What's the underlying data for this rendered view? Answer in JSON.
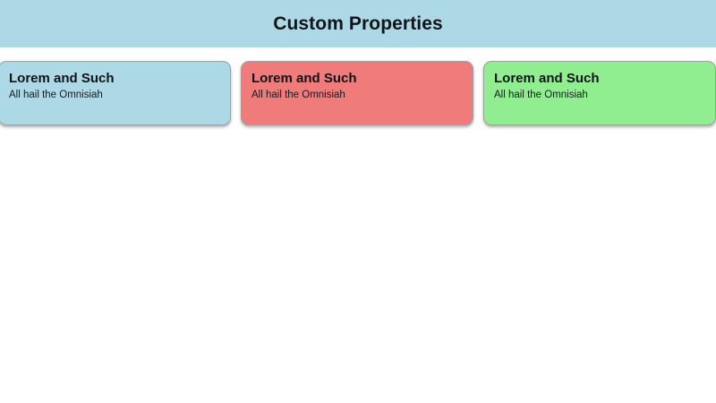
{
  "header": {
    "title": "Custom Properties",
    "background_color": "#add8e6",
    "text_color": "#111418"
  },
  "page": {
    "background_color": "#ffffff"
  },
  "cards": [
    {
      "heading": "Lorem and Such",
      "subtext": "All hail the Omnisiah",
      "background_color": "#add8e6",
      "border_color": "#9aa2a8"
    },
    {
      "heading": "Lorem and Such",
      "subtext": "All hail the Omnisiah",
      "background_color": "#ef7b7b",
      "border_color": "#9aa2a8"
    },
    {
      "heading": "Lorem and Such",
      "subtext": "All hail the Omnisiah",
      "background_color": "#90ee90",
      "border_color": "#9aa2a8"
    }
  ]
}
